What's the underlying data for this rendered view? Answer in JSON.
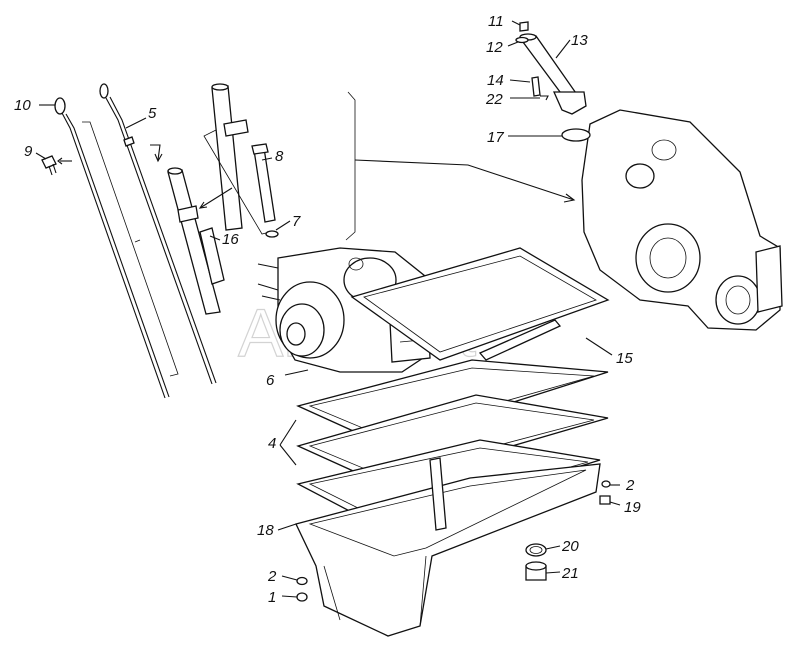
{
  "watermark": "AlfaSoft",
  "callouts": {
    "c1": "1",
    "c2a": "2",
    "c2b": "2",
    "c4": "4",
    "c5": "5",
    "c6": "6",
    "c7": "7",
    "c8": "8",
    "c9": "9",
    "c10": "10",
    "c11": "11",
    "c12": "12",
    "c13": "13",
    "c14": "14",
    "c15": "15",
    "c16": "16",
    "c17": "17",
    "c18": "18",
    "c19": "19",
    "c20": "20",
    "c21": "21",
    "c22": "22"
  }
}
